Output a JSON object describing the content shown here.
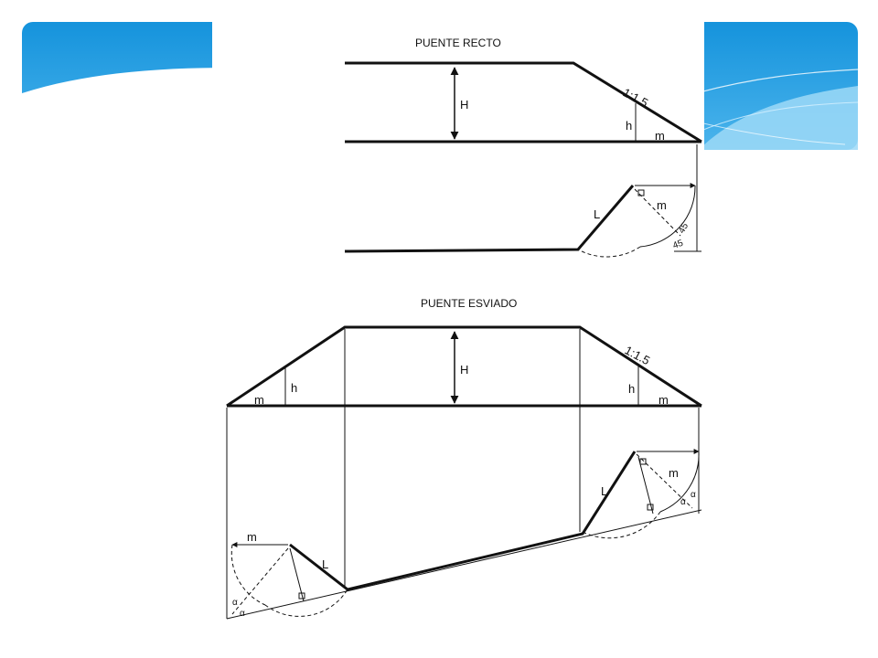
{
  "slide": {
    "banner_color": "#1a9be0",
    "banner_light": "#8fd3f7"
  },
  "straight_bridge": {
    "title": "PUENTE RECTO",
    "height_label": "H",
    "slope_label": "1:1.5",
    "small_height_label": "h",
    "run_label": "m",
    "plan_length_label": "L",
    "plan_m_label": "m",
    "angle_label_a": "45",
    "angle_label_b": "45"
  },
  "skewed_bridge": {
    "title": "PUENTE ESVIADO",
    "height_label": "H",
    "slope_label": "1:1.5",
    "left_small_height_label": "h",
    "left_run_label": "m",
    "right_small_height_label": "h",
    "right_run_label": "m",
    "plan_right_length_label": "L",
    "plan_right_m_label": "m",
    "plan_left_length_label": "L",
    "plan_left_m_label": "m",
    "angle_right_a": "α",
    "angle_right_b": "α",
    "angle_left_a": "α",
    "angle_left_b": "α"
  }
}
